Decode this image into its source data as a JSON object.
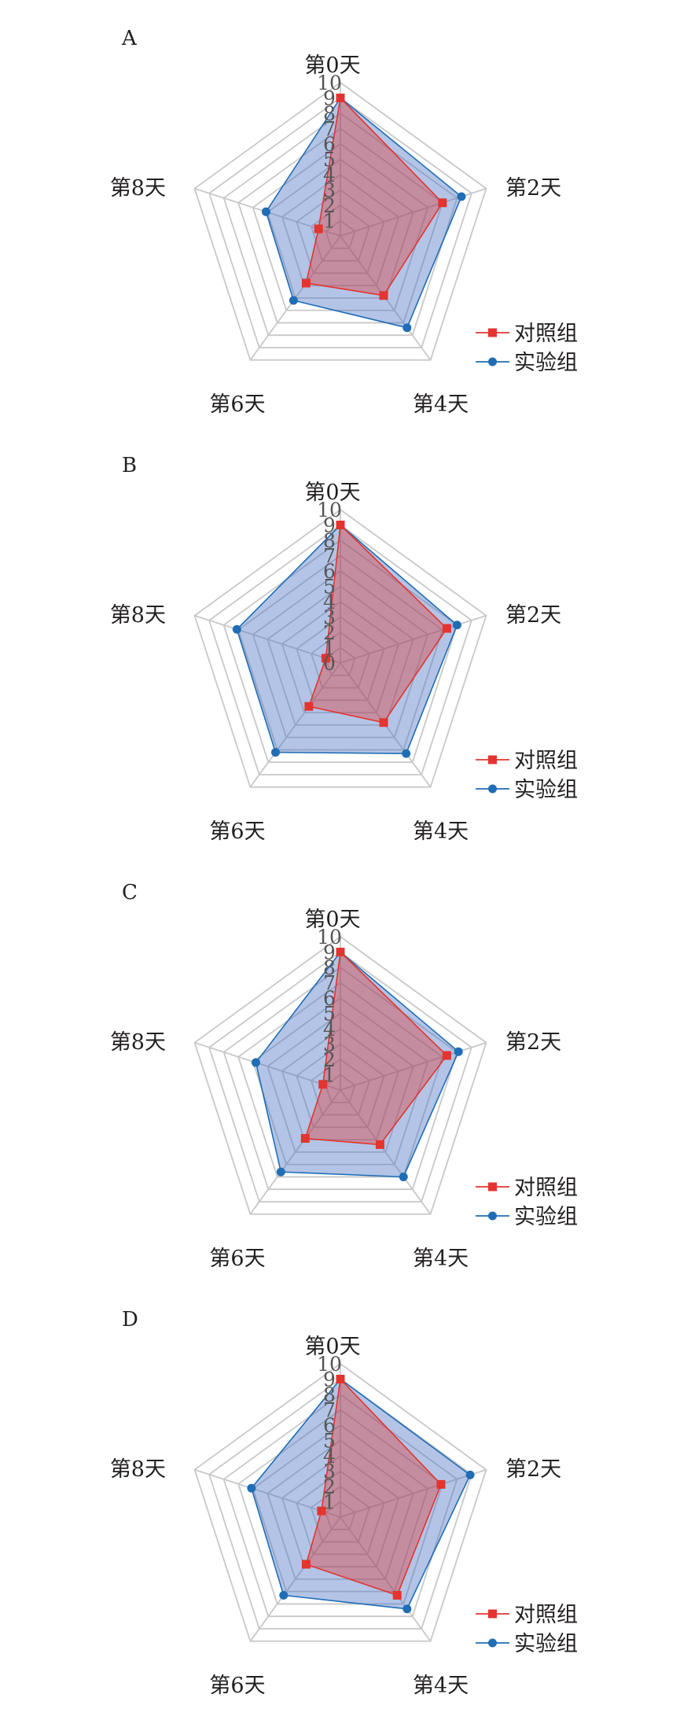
{
  "chart_data": [
    {
      "type": "radar",
      "panel": "A",
      "categories": [
        "第0天",
        "第2天",
        "第4天",
        "第6天",
        "第8天"
      ],
      "rlim": [
        0,
        10
      ],
      "ticks": [
        "1",
        "2",
        "3",
        "4",
        "5",
        "6",
        "7",
        "8",
        "9",
        "10"
      ],
      "series": [
        {
          "name": "对照组",
          "values": [
            9,
            7,
            4.8,
            3.8,
            1.5
          ],
          "color": "#e3342f",
          "marker": "square"
        },
        {
          "name": "实验组",
          "values": [
            9,
            8.3,
            7.4,
            5.2,
            5.1
          ],
          "color": "#1f6db5",
          "marker": "circle"
        }
      ]
    },
    {
      "type": "radar",
      "panel": "B",
      "categories": [
        "第0天",
        "第2天",
        "第4天",
        "第6天",
        "第8天"
      ],
      "rlim": [
        0,
        10
      ],
      "ticks": [
        "0",
        "1",
        "2",
        "3",
        "4",
        "5",
        "6",
        "7",
        "8",
        "9",
        "10"
      ],
      "series": [
        {
          "name": "对照组",
          "values": [
            9,
            7.3,
            4.8,
            3.5,
            1
          ],
          "color": "#e3342f",
          "marker": "square"
        },
        {
          "name": "实验组",
          "values": [
            9,
            8,
            7.3,
            7.2,
            7.1
          ],
          "color": "#1f6db5",
          "marker": "circle"
        }
      ]
    },
    {
      "type": "radar",
      "panel": "C",
      "categories": [
        "第0天",
        "第2天",
        "第4天",
        "第6天",
        "第8天"
      ],
      "rlim": [
        0,
        10
      ],
      "ticks": [
        "1",
        "2",
        "3",
        "4",
        "5",
        "6",
        "7",
        "8",
        "9",
        "10"
      ],
      "series": [
        {
          "name": "对照组",
          "values": [
            9,
            7.3,
            4.4,
            3.9,
            1.2
          ],
          "color": "#e3342f",
          "marker": "square"
        },
        {
          "name": "实验组",
          "values": [
            9,
            8.1,
            7,
            6.6,
            5.8
          ],
          "color": "#1f6db5",
          "marker": "circle"
        }
      ]
    },
    {
      "type": "radar",
      "panel": "D",
      "categories": [
        "第0天",
        "第2天",
        "第4天",
        "第6天",
        "第8天"
      ],
      "rlim": [
        0,
        10
      ],
      "ticks": [
        "1",
        "2",
        "3",
        "4",
        "5",
        "6",
        "7",
        "8",
        "9",
        "10"
      ],
      "series": [
        {
          "name": "对照组",
          "values": [
            9,
            6.9,
            6.3,
            3.8,
            1.3
          ],
          "color": "#e3342f",
          "marker": "square"
        },
        {
          "name": "实验组",
          "values": [
            9,
            8.9,
            7.4,
            6.3,
            6.1
          ],
          "color": "#1f6db5",
          "marker": "circle"
        }
      ]
    }
  ],
  "colors": {
    "grid": "#c8c8c8",
    "control_fill": "#e3342f",
    "experiment_fill": "#4a72c4"
  }
}
